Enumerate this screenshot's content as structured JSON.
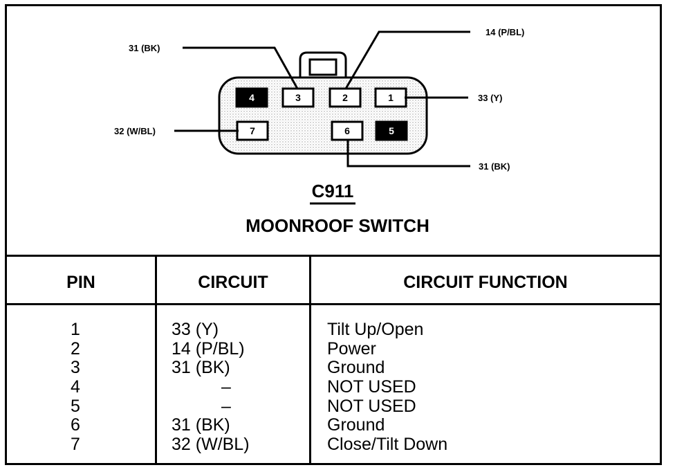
{
  "connector": {
    "id": "C911",
    "name": "MOONROOF SWITCH",
    "pins": [
      {
        "pin": "1",
        "wire": "33 (Y)",
        "used": true
      },
      {
        "pin": "2",
        "wire": "14 (P/BL)",
        "used": true
      },
      {
        "pin": "3",
        "wire": "31 (BK)",
        "used": true
      },
      {
        "pin": "4",
        "wire": "",
        "used": false
      },
      {
        "pin": "5",
        "wire": "",
        "used": false
      },
      {
        "pin": "6",
        "wire": "31 (BK)",
        "used": true
      },
      {
        "pin": "7",
        "wire": "32 (W/BL)",
        "used": true
      }
    ]
  },
  "table": {
    "headers": {
      "pin": "PIN",
      "circuit": "CIRCUIT",
      "function": "CIRCUIT FUNCTION"
    },
    "rows": [
      {
        "pin": "1",
        "circuit": "33 (Y)",
        "function": "Tilt Up/Open"
      },
      {
        "pin": "2",
        "circuit": "14 (P/BL)",
        "function": "Power"
      },
      {
        "pin": "3",
        "circuit": "31 (BK)",
        "function": "Ground"
      },
      {
        "pin": "4",
        "circuit": "–",
        "function": "NOT USED"
      },
      {
        "pin": "5",
        "circuit": "–",
        "function": "NOT USED"
      },
      {
        "pin": "6",
        "circuit": "31 (BK)",
        "function": "Ground"
      },
      {
        "pin": "7",
        "circuit": "32 (W/BL)",
        "function": "Close/Tilt Down"
      }
    ]
  }
}
